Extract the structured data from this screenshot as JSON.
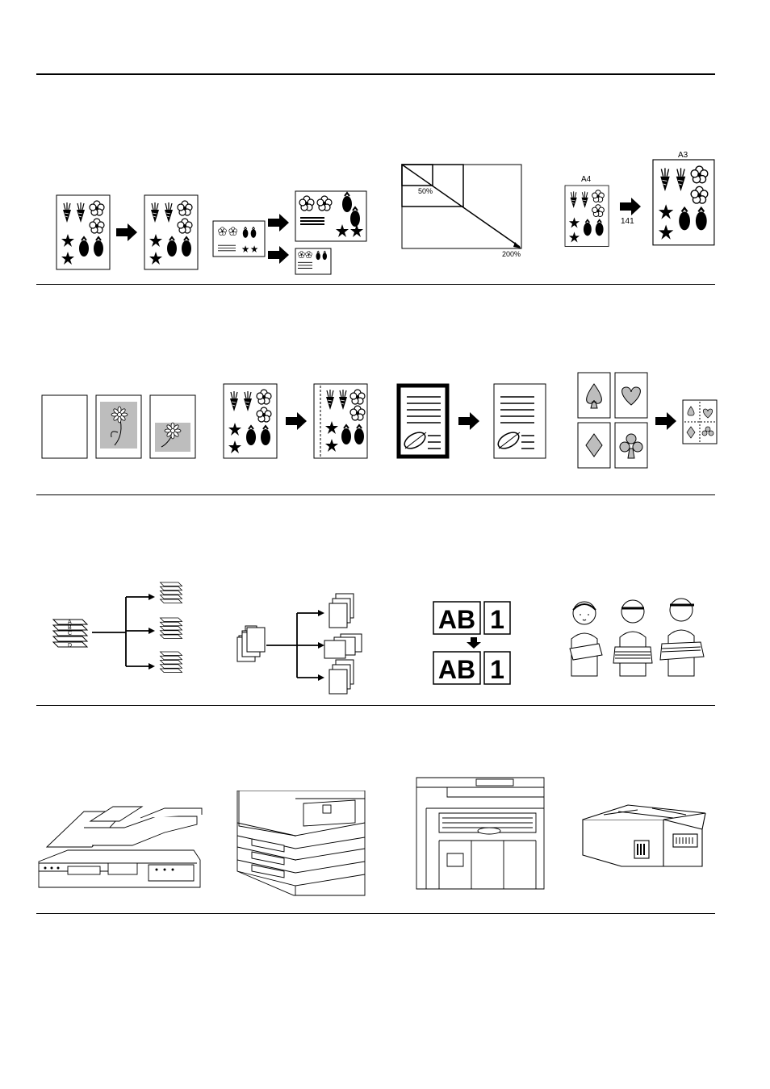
{
  "page": {
    "section_rules": [
      "top-rule",
      "row1-rule",
      "row2-rule",
      "row3-rule",
      "row4-rule"
    ]
  },
  "row1": {
    "zoom_labels": {
      "min": "50%",
      "max": "200%"
    },
    "paper_sizes": {
      "source": "A4",
      "target": "A3",
      "ratio": "141"
    }
  },
  "row3": {
    "sort_letters": [
      "A",
      "B",
      "C",
      "D"
    ],
    "overlay_sample": {
      "text": "AB",
      "number": "1"
    }
  },
  "colors": {
    "ink": "#000000",
    "shade": "#bdbdbd",
    "paper": "#ffffff"
  },
  "icons": [
    "vegetable-sheet-icon",
    "arrow-right-icon",
    "zoom-diagonal-icon",
    "flower-photo-icon",
    "margin-shift-icon",
    "border-erase-icon",
    "card-suit-icon",
    "sort-stack-icon",
    "page-stack-icon",
    "overlay-text-icon",
    "people-with-papers-icon",
    "document-processor-icon",
    "paper-feeder-icon",
    "finisher-icon",
    "option-box-icon"
  ]
}
